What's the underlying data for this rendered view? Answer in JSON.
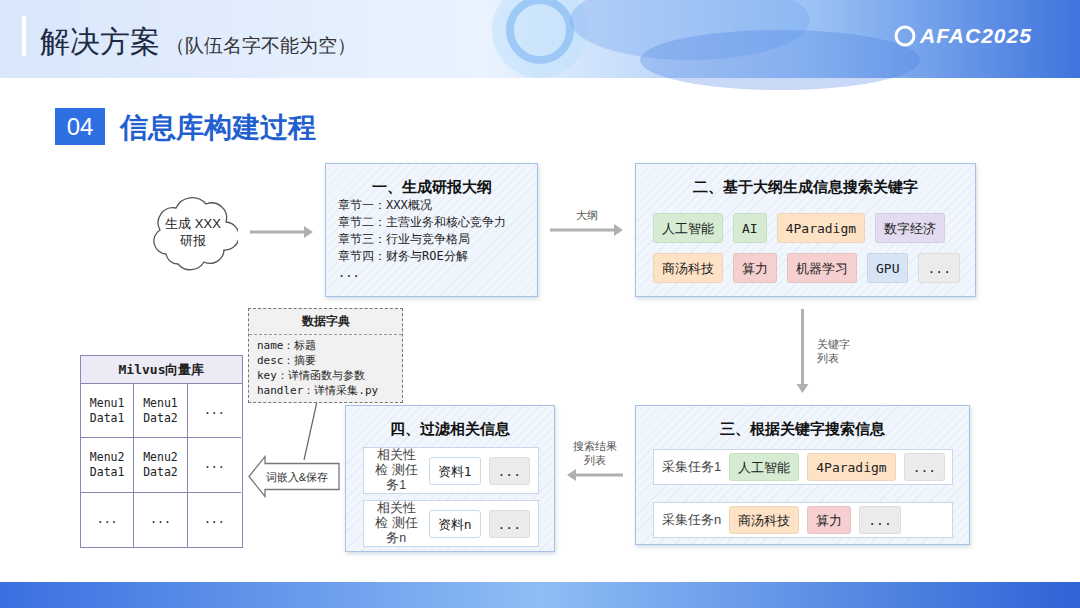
{
  "diagram": {
    "title": "解决方案",
    "nodes": [
      {
        "text": [
          "生成 XXX研报"
        ]
      },
      {
        "text": [
          "一、生成研报大纲",
          "章节一：XXX概况",
          "章节二：主营业务和核心竞争力",
          "章节三：行业与竞争格局",
          "章节四：财务与ROE分解",
          "..."
        ]
      },
      {
        "text": [
          "二、基于大纲生成信息搜索关键字"
        ]
      },
      {
        "text": [
          "人工智能"
        ],
        "in": 2
      },
      {
        "text": [
          "AI"
        ],
        "in": 2
      },
      {
        "text": [
          "4Paradigm"
        ],
        "in": 2
      },
      {
        "text": [
          "数字经济"
        ],
        "in": 2
      },
      {
        "text": [
          "商汤科技"
        ],
        "in": 2
      },
      {
        "text": [
          "算力"
        ],
        "in": 2
      },
      {
        "text": [
          "机器学习"
        ],
        "in": 2
      },
      {
        "text": [
          "GPU"
        ],
        "in": 2
      },
      {
        "text": [
          "..."
        ],
        "in": 2
      },
      {
        "text": [
          "三、根据关键字搜索信息"
        ]
      },
      {
        "text": [
          "采集任务1"
        ],
        "in": 12
      },
      {
        "text": [
          "人工智能"
        ],
        "in": 13
      },
      {
        "text": [
          "4Paradigm"
        ],
        "in": 13
      },
      {
        "text": [
          "..."
        ],
        "in": 13
      },
      {
        "text": [
          "采集任务n"
        ],
        "in": 12
      },
      {
        "text": [
          "商汤科技"
        ],
        "in": 17
      },
      {
        "text": [
          "算力"
        ],
        "in": 17
      },
      {
        "text": [
          "..."
        ],
        "in": 17
      },
      {
        "text": [
          "四、过滤相关信息"
        ]
      },
      {
        "text": [
          "相关性检 测任务1"
        ],
        "in": 21
      },
      {
        "text": [
          "资料1"
        ],
        "in": 22
      },
      {
        "text": [
          "..."
        ],
        "in": 22
      },
      {
        "text": [
          "相关性检 测任务n"
        ],
        "in": 21
      },
      {
        "text": [
          "资料n"
        ],
        "in": 25
      },
      {
        "text": [
          "..."
        ],
        "in": 25
      },
      {
        "text": [
          "数据字典",
          "name：标题",
          "desc：摘要",
          "key：详情函数与参数",
          "handler：详情采集.py"
        ]
      },
      {
        "text": [
          "Milvus向量库"
        ]
      },
      {
        "text": [
          "Menu1 Data1"
        ],
        "in": 29
      },
      {
        "text": [
          "Menu1 Data2"
        ],
        "in": 29
      },
      {
        "text": [
          "..."
        ],
        "in": 29
      },
      {
        "text": [
          "Menu2 Data1"
        ],
        "in": 29
      },
      {
        "text": [
          "Menu2 Data2"
        ],
        "in": 29
      },
      {
        "text": [
          "..."
        ],
        "in": 29
      },
      {
        "text": [
          "..."
        ],
        "in": 29
      },
      {
        "text": [
          "..."
        ],
        "in": 29
      },
      {
        "text": [
          "..."
        ],
        "in": 29
      }
    ],
    "edges": [
      {
        "from": 0,
        "to": 1,
        "arrow": "to"
      },
      {
        "from": 1,
        "to": 2,
        "label": "大纲",
        "arrow": "to"
      },
      {
        "from": 2,
        "to": 12,
        "label": "关键字 列表",
        "arrow": "to"
      },
      {
        "from": 12,
        "to": 21,
        "label": "搜索结果 列表",
        "arrow": "to"
      },
      {
        "from": 21,
        "to": 29,
        "label": "词嵌入&保存",
        "arrow": "to"
      }
    ],
    "labels": [
      "（队伍名字不能为空）",
      "AFAC2025",
      "04",
      "信息库构建过程",
      "...",
      "..."
    ]
  }
}
